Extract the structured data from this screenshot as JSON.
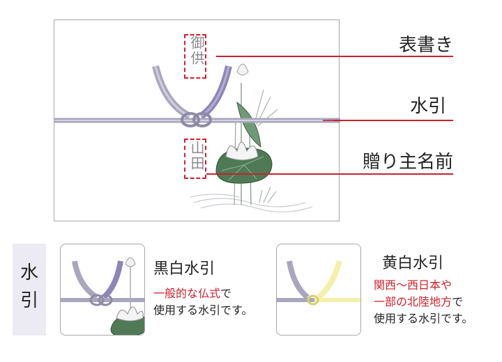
{
  "envelope": {
    "omotegaki_text": "御供",
    "name_text": "山田"
  },
  "labels": {
    "omotegaki": "表書き",
    "mizuhiki": "水引",
    "sender_name": "贈り主名前"
  },
  "section_tab": "水引",
  "cards": [
    {
      "title": "黒白水引",
      "desc_red": "一般的な仏式",
      "desc_after_red": "で",
      "desc_line2": "使用する水引です。"
    },
    {
      "title": "黄白水引",
      "desc_red_line1": "関西～西日本や",
      "desc_red_line2a": "一部の北陸地方",
      "desc_after_red": "で",
      "desc_line3": "使用する水引です。"
    }
  ],
  "colors": {
    "accent_red": "#d0202c",
    "mizuhiki_silver": "#a9a7bd",
    "mizuhiki_purple": "#8e85b8",
    "mizuhiki_yellow": "#f5f0a8",
    "lotus_green": "#4f7a55",
    "tab_bg": "#ecebf4"
  },
  "icons": [
    "lotus-illustration-icon",
    "mizuhiki-knot-icon"
  ]
}
